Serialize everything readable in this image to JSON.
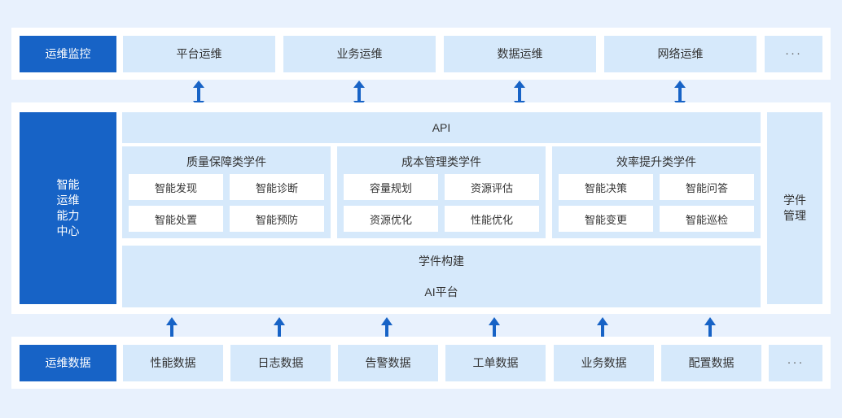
{
  "colors": {
    "page_background": "#e8f1fd",
    "panel": "#ffffff",
    "accent": "#1763c6",
    "light_blue": "#d6e9fb",
    "chip": "#ffffff",
    "text": "#333333"
  },
  "top_row": {
    "accent_label": "运维监控",
    "items": [
      {
        "label": "平台运维"
      },
      {
        "label": "业务运维"
      },
      {
        "label": "数据运维"
      },
      {
        "label": "网络运维"
      }
    ],
    "more": "···"
  },
  "middle": {
    "left_label": "智能\n运维\n能力\n中心",
    "right_label": "学件\n管理",
    "api_label": "API",
    "build_label": "学件构建",
    "platform_label": "AI平台",
    "groups": [
      {
        "title": "质量保障类学件",
        "items": [
          "智能发现",
          "智能诊断",
          "智能处置",
          "智能预防"
        ]
      },
      {
        "title": "成本管理类学件",
        "items": [
          "容量规划",
          "资源评估",
          "资源优化",
          "性能优化"
        ]
      },
      {
        "title": "效率提升类学件",
        "items": [
          "智能决策",
          "智能问答",
          "智能变更",
          "智能巡检"
        ]
      }
    ]
  },
  "bottom_row": {
    "accent_label": "运维数据",
    "items": [
      {
        "label": "性能数据"
      },
      {
        "label": "日志数据"
      },
      {
        "label": "告警数据"
      },
      {
        "label": "工单数据"
      },
      {
        "label": "业务数据"
      },
      {
        "label": "配置数据"
      }
    ],
    "more": "···"
  },
  "connectors": {
    "top_arrows": {
      "icon": "double-arrow-vertical-icon",
      "count": 4
    },
    "bottom_arrows": {
      "icon": "arrow-up-icon",
      "count": 6
    }
  }
}
